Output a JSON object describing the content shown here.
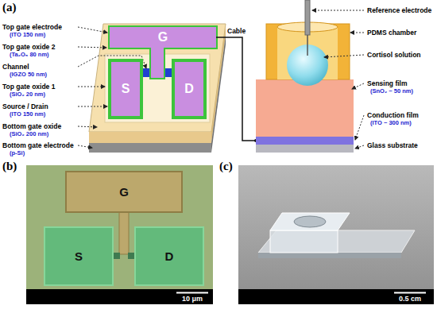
{
  "diagram": {
    "nodes": [
      {
        "text": [
          "G"
        ]
      },
      {
        "text": [
          "S"
        ]
      },
      {
        "text": [
          "D"
        ]
      },
      {
        "text": [
          "G"
        ]
      },
      {
        "text": [
          "S"
        ]
      },
      {
        "text": [
          "D"
        ]
      },
      {
        "text": [
          "10 μm"
        ]
      },
      {
        "text": [
          "0.5 cm"
        ]
      }
    ],
    "labels": [
      "(a)",
      "Top gate electrode",
      "(ITO 150 nm)",
      "Top gate oxide 2",
      "(Ta₂O₅ 80 nm)",
      "Channel",
      "(IGZO 50 nm)",
      "Top gate oxide 1",
      "(SiO₂ 20 nm)",
      "Source / Drain",
      "(ITO 150 nm)",
      "Bottom gate oxide",
      "(SiO₂ 200 nm)",
      "Bottom gate electrode",
      "(p-Si)",
      "Cable",
      "Reference electrode",
      "PDMS chamber",
      "Cortisol solution",
      "Sensing film",
      "(SnO₂ ~ 50 nm)",
      "Conduction film",
      "(ITO ~ 300 nm)",
      "Glass substrate",
      "(b)",
      "(c)"
    ]
  }
}
